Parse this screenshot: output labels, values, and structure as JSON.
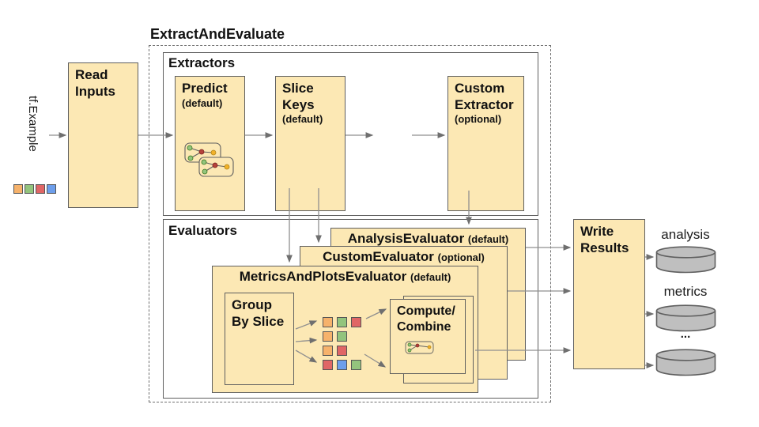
{
  "title": "ExtractAndEvaluate",
  "input": {
    "label": "tf.Example"
  },
  "palette": {
    "orange": "#F6B26B",
    "green": "#93C47D",
    "red": "#E06666",
    "blue": "#6D9EEB"
  },
  "input_squares": [
    "orange",
    "green",
    "red",
    "blue"
  ],
  "read_inputs": {
    "label": "Read\nInputs"
  },
  "extractors": {
    "label": "Extractors",
    "predict": {
      "name": "Predict",
      "qualifier": "(default)"
    },
    "slice_keys": {
      "name": "Slice\nKeys",
      "qualifier": "(default)"
    },
    "ellipsis": "...",
    "custom": {
      "name": "Custom\nExtractor",
      "qualifier": "(optional)"
    }
  },
  "evaluators": {
    "label": "Evaluators",
    "analysis": {
      "name": "AnalysisEvaluator",
      "qualifier": "(default)"
    },
    "custom": {
      "name": "CustomEvaluator",
      "qualifier": "(optional)"
    },
    "metrics_plots": {
      "name": "MetricsAndPlotsEvaluator",
      "qualifier": "(default)"
    },
    "group_by_slice": {
      "label": "Group\nBy Slice"
    },
    "slice_rows": [
      [
        "orange",
        "green",
        "red"
      ],
      [
        "orange",
        "green"
      ],
      [
        "orange",
        "red"
      ],
      [
        "red",
        "blue",
        "green"
      ]
    ],
    "compute_combine": {
      "label": "Compute/\nCombine"
    }
  },
  "write_results": {
    "label": "Write\nResults"
  },
  "outputs": [
    {
      "label": "analysis"
    },
    {
      "label": "metrics"
    },
    {
      "label": "..."
    }
  ]
}
